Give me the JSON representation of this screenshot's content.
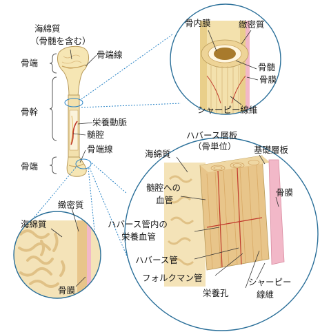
{
  "labels": {
    "spongy_bone_top": "海綿質",
    "contains_marrow": "（骨髄を含む）",
    "epiphysis_top": "骨端",
    "epiphyseal_line_top": "骨端線",
    "diaphysis": "骨幹",
    "nutrient_artery": "栄養動脈",
    "medullary_cavity": "髄腔",
    "epiphyseal_line_bottom": "骨端線",
    "epiphysis_bottom": "骨端",
    "endosteum": "骨内膜",
    "compact_bone_top": "緻密質",
    "bone_marrow": "骨髄",
    "periosteum_top": "骨膜",
    "sharpey_fibers_top": "シャーピー線維",
    "haversian_lamella": "ハバース層板",
    "bone_unit": "（骨単位）",
    "basic_lamella": "基礎層板",
    "spongy_bone_mid": "海綿質",
    "vessel_to_cavity_1": "髄腔への",
    "vessel_to_cavity_2": "血管",
    "periosteum_right": "骨膜",
    "compact_bone_bottom": "緻密質",
    "spongy_bone_bottom": "海綿質",
    "nutrient_vessel_in_canal_1": "ハバース管内の",
    "nutrient_vessel_in_canal_2": "栄養血管",
    "haversian_canal": "ハバース管",
    "volkmann_canal": "フォルクマン管",
    "nutrient_foramen": "栄養孔",
    "sharpey_fibers_bottom_1": "シャーピー",
    "sharpey_fibers_bottom_2": "線維",
    "periosteum_bottom": "骨膜"
  },
  "colors": {
    "bone": "#f6e6b4",
    "bone_shade": "#e9cf8a",
    "bone_outline": "#b89a5a",
    "marrow": "#a87a2c",
    "compact": "#e8c58a",
    "compact_dark": "#d8a965",
    "artery": "#c0392b",
    "periosteum": "#f2b8c8",
    "circle_outline": "#2a6f99",
    "leader_dotted": "#2a84c6"
  }
}
